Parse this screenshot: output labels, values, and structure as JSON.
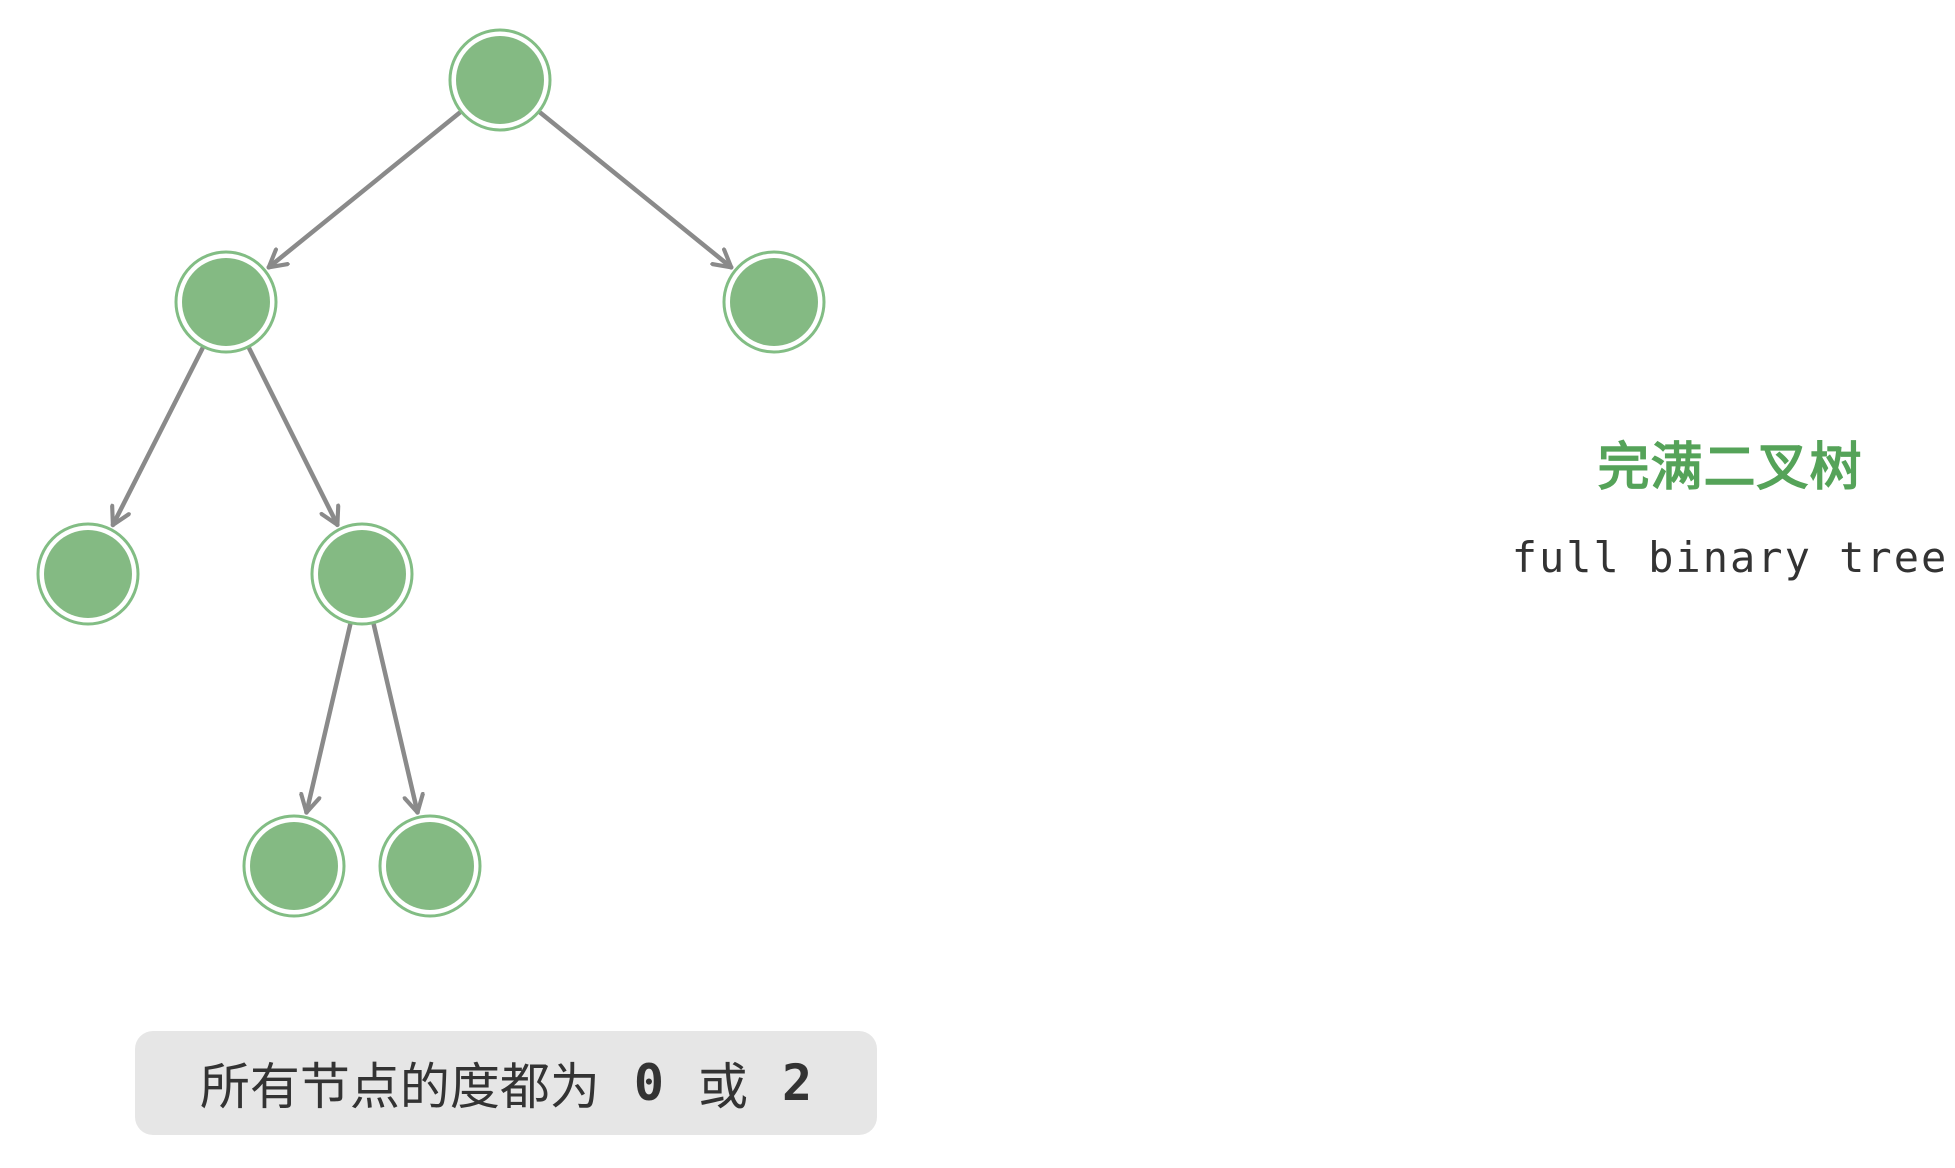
{
  "diagram": {
    "title_cn": "完满二叉树",
    "title_en": "full binary tree",
    "node_color": "#84ba83",
    "edge_color": "#8a8a8a",
    "title_color": "#55a359",
    "nodes": [
      {
        "id": "root"
      },
      {
        "id": "left"
      },
      {
        "id": "right"
      },
      {
        "id": "left-left"
      },
      {
        "id": "left-right"
      },
      {
        "id": "left-right-left"
      },
      {
        "id": "left-right-right"
      }
    ],
    "edges": [
      {
        "from": "root",
        "to": "left"
      },
      {
        "from": "root",
        "to": "right"
      },
      {
        "from": "left",
        "to": "left-left"
      },
      {
        "from": "left",
        "to": "left-right"
      },
      {
        "from": "left-right",
        "to": "left-right-left"
      },
      {
        "from": "left-right",
        "to": "left-right-right"
      }
    ]
  },
  "caption": {
    "text": "所有节点的度都为",
    "value_a": "0",
    "connector": "或",
    "value_b": "2"
  }
}
